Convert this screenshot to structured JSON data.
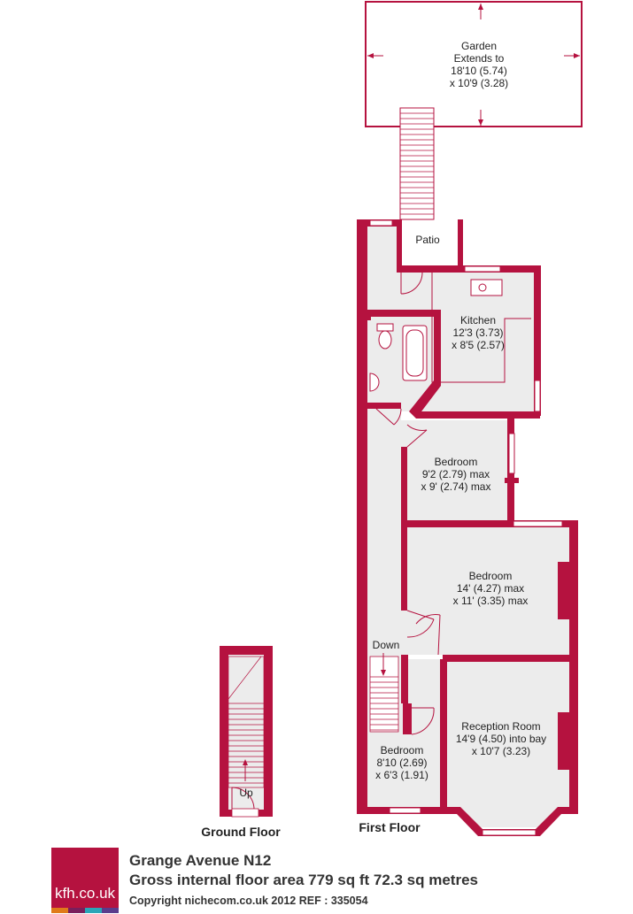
{
  "colors": {
    "wall": "#b5123f",
    "floor": "#ececec",
    "thin_line": "#b5123f",
    "text": "#222222"
  },
  "garden": {
    "line1": "Garden",
    "line2": "Extends to",
    "line3": "18'10 (5.74)",
    "line4": "x 10'9 (3.28)"
  },
  "rooms": {
    "patio": "Patio",
    "kitchen": {
      "name": "Kitchen",
      "dim1": "12'3 (3.73)",
      "dim2": "x 8'5 (2.57)"
    },
    "bedroom1": {
      "name": "Bedroom",
      "dim1": "9'2 (2.79) max",
      "dim2": "x 9' (2.74) max"
    },
    "bedroom2": {
      "name": "Bedroom",
      "dim1": "14' (4.27) max",
      "dim2": "x 11' (3.35) max"
    },
    "reception": {
      "name": "Reception Room",
      "dim1": "14'9 (4.50) into bay",
      "dim2": "x 10'7 (3.23)"
    },
    "bedroom3": {
      "name": "Bedroom",
      "dim1": "8'10 (2.69)",
      "dim2": "x 6'3 (1.91)"
    }
  },
  "stairs": {
    "down": "Down",
    "up": "Up"
  },
  "floors": {
    "ground": "Ground Floor",
    "first": "First Floor"
  },
  "footer": {
    "logo": "kfh.co.uk",
    "logo_stripe_colors": [
      "#e07b1a",
      "#7a1f5c",
      "#2aa6b8",
      "#5a3c8c"
    ],
    "title": "Grange Avenue  N12",
    "area": "Gross internal floor area 779 sq ft 72.3 sq metres",
    "copyright": "Copyright nichecom.co.uk 2012    REF : 335054"
  }
}
